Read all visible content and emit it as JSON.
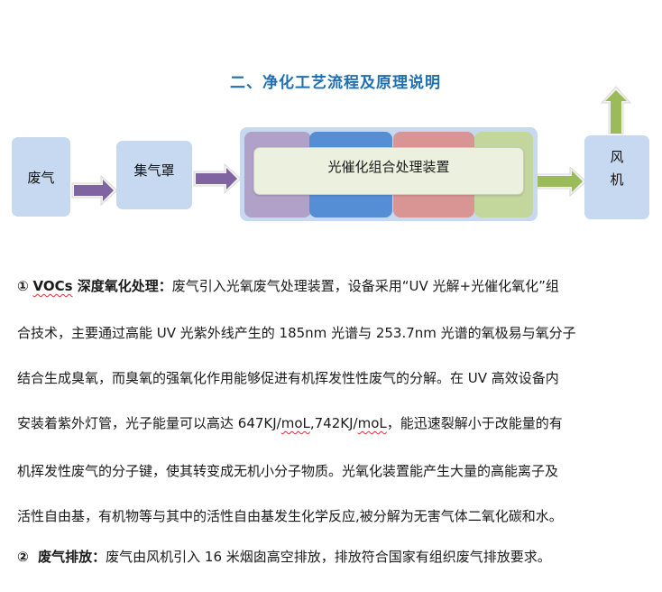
{
  "section_title": "二、净化工艺流程及原理说明",
  "diagram": {
    "waste_gas": "废气",
    "hood": "集气罩",
    "device": "光催化组合处理装置",
    "fan_line1": "风",
    "fan_line2": "机",
    "colors": {
      "box": "#c6d9f1",
      "arrow_purple": "#8064a2",
      "arrow_green": "#9bbb59",
      "seg_purple": "#b1a0c7",
      "seg_blue": "#558ed5",
      "seg_red": "#d99594",
      "seg_green": "#c3d69b",
      "label_bg": "#ebf1de",
      "title": "#1f6fb0"
    }
  },
  "paragraph1": {
    "marker": "①",
    "heading_vocs": "VOCs",
    "heading_rest": " 深度氧化处理：",
    "lines": [
      "废气引入光氧废气处理装置，设备采用“UV 光解+光催化氧化”组",
      "合技术，主要通过高能 UV 光紫外线产生的 185nm 光谱与 253.7nm 光谱的氧极易与氧分子",
      "结合生成臭氧，而臭氧的强氧化作用能够促进有机挥发性性废气的分解。在 UV 高效设备内",
      "安装着紫外灯管，光子能量可以高达 647KJ/",
      "机挥发性废气的分子键，使其转变成无机小分子物质。光氧化装置能产生大量的高能离子及",
      "活性自由基，有机物等与其中的活性自由基发生化学反应,被分解为无害气体二氧化碳和水。"
    ],
    "unit1": "moL",
    "mid": ",742KJ/",
    "unit2": "moL",
    "line4_tail": "，能迅速裂解小于改能量的有"
  },
  "paragraph2": {
    "marker": "②",
    "heading": "  废气排放：",
    "text": "废气由风机引入 16 米烟囱高空排放，排放符合国家有组织废气排放要求。"
  }
}
